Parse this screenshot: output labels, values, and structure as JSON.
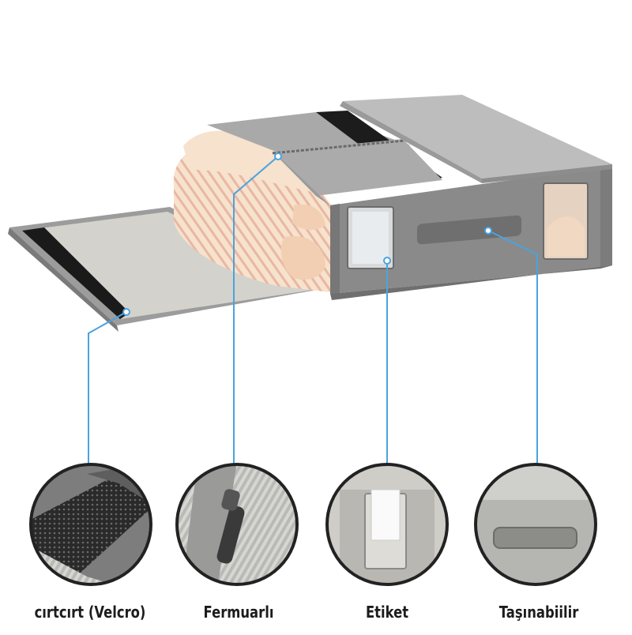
{
  "captions": {
    "velcro": "cırtcırt (Velcro)",
    "zipper": "Fermuarlı",
    "label": "Etiket",
    "handle": "Taşınabiilir"
  },
  "colors": {
    "background": "#ffffff",
    "box_gray": "#8a8a8a",
    "lid_light": "#bdbdbd",
    "inner_panel": "#d4d2cc",
    "velcro_strip": "#1a1a1a",
    "callout_line": "#4aa3df",
    "towel": "#f3dcc4",
    "caption_text": "#1c1c1c"
  },
  "icons": [
    "velcro-detail-icon",
    "zipper-detail-icon",
    "label-window-detail-icon",
    "handle-detail-icon"
  ]
}
